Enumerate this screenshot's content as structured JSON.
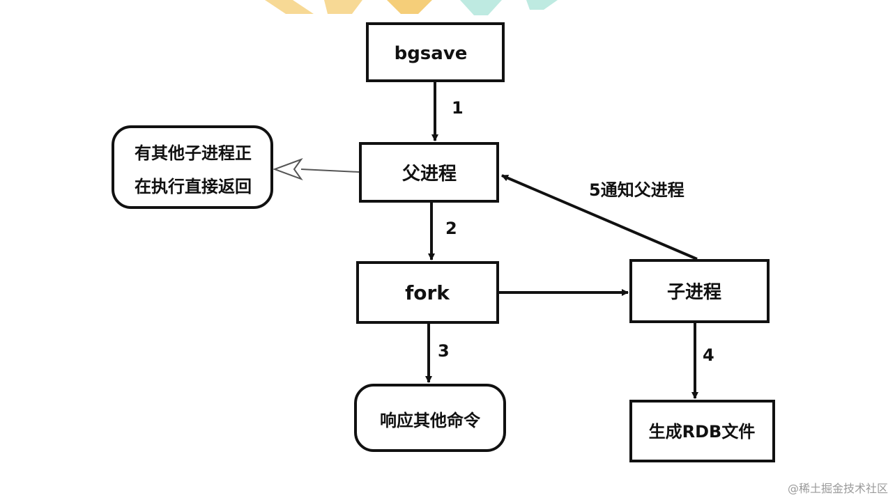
{
  "nodes": {
    "bgsave": "bgsave",
    "parent": "父进程",
    "other_child_line1": "有其他子进程正",
    "other_child_line2": "在执行直接返回",
    "fork": "fork",
    "child": "子进程",
    "respond": "响应其他命令",
    "rdb": "生成RDB文件"
  },
  "edges": {
    "step1": "1",
    "step2": "2",
    "step3": "3",
    "step4": "4",
    "step5": "5通知父进程"
  },
  "watermark": "@稀土掘金技术社区",
  "colors": {
    "stroke": "#111111",
    "background": "#ffffff",
    "logo_yellow": "#f5c96b",
    "logo_teal": "#a8e2d6",
    "watermark": "#9a9a9a"
  }
}
